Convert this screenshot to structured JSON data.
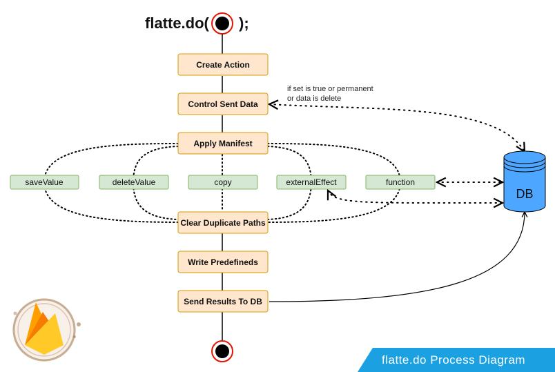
{
  "title": {
    "prefix": "flatte.do(",
    "suffix": ");"
  },
  "steps": [
    {
      "id": "create-action",
      "label": "Create Action"
    },
    {
      "id": "control-sent-data",
      "label": "Control Sent Data"
    },
    {
      "id": "apply-manifest",
      "label": "Apply Manifest"
    },
    {
      "id": "clear-duplicate-paths",
      "label": "Clear Duplicate Paths"
    },
    {
      "id": "write-predefineds",
      "label": "Write Predefineds"
    },
    {
      "id": "send-results-to-db",
      "label": "Send Results To DB"
    }
  ],
  "manifest_options": [
    {
      "id": "savevalue",
      "label": "saveValue"
    },
    {
      "id": "deletevalue",
      "label": "deleteValue"
    },
    {
      "id": "copy",
      "label": "copy"
    },
    {
      "id": "externaleffect",
      "label": "externalEffect"
    },
    {
      "id": "function",
      "label": "function"
    }
  ],
  "note": {
    "line1": "if set is true or permanent",
    "line2": "or data is delete"
  },
  "database": {
    "label": "DB"
  },
  "footer": {
    "text": "flatte.do  Process  Diagram"
  },
  "colors": {
    "step_fill": "#ffe6cc",
    "step_stroke": "#d79b00",
    "option_fill": "#d5e8d4",
    "option_stroke": "#82b366",
    "db_fill": "#4da6ff",
    "terminal": "#e51400",
    "footer_bg": "#1ba1e2"
  }
}
